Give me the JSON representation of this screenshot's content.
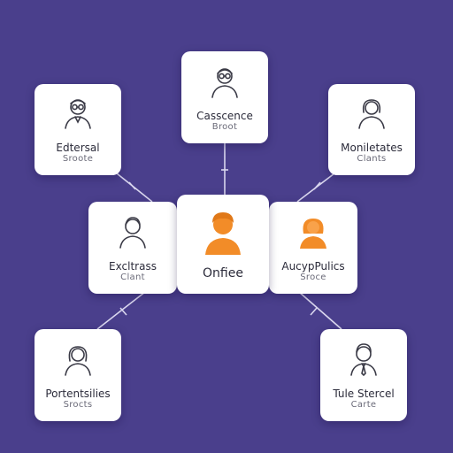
{
  "colors": {
    "background": "#4a3f8c",
    "card": "#ffffff",
    "accent": "#f28c28",
    "icon_stroke": "#3a3a46",
    "connector": "#d9d6ee"
  },
  "nodes": {
    "center": {
      "title": "Onfiee",
      "icon": "person-orange-icon"
    },
    "top": {
      "title": "Casscence",
      "sub": "Broot",
      "icon": "person-glasses-icon"
    },
    "top_left": {
      "title": "Edtersal",
      "sub": "Sroote",
      "icon": "person-glasses-icon"
    },
    "top_right": {
      "title": "Moniletates",
      "sub": "Clants",
      "icon": "person-female-icon"
    },
    "mid_left": {
      "title": "Excltrass",
      "sub": "Clant",
      "icon": "person-male-icon"
    },
    "mid_right": {
      "title": "AucypPulics",
      "sub": "Sroce",
      "icon": "person-female-orange-icon"
    },
    "bottom_left": {
      "title": "Portentsilies",
      "sub": "Srocts",
      "icon": "person-female-icon"
    },
    "bottom_right": {
      "title": "Tule Stercel",
      "sub": "Carte",
      "icon": "person-tie-icon"
    }
  }
}
